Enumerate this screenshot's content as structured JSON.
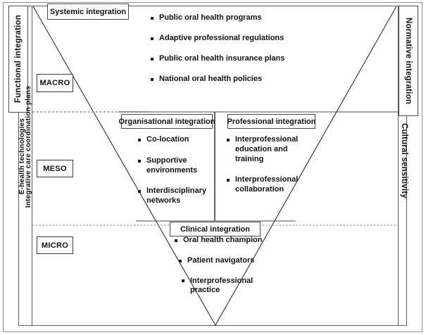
{
  "figure": {
    "title": "Inverted triangle model of oral health integration levels",
    "colors": {
      "outline": "#5d5d5d",
      "text": "#111111",
      "bullet": "#1a1a1a",
      "dotted": "#999999",
      "background": "#ffffff"
    }
  },
  "side_labels": {
    "left_boxed": "Functional integration",
    "left_line_1": "E-health technologies",
    "left_line_2": "Integrative care coordination plans",
    "right_boxed": "Normative integration",
    "right_plain": "Cultural sensitivity"
  },
  "levels": [
    {
      "name": "MACRO",
      "label": "MACRO"
    },
    {
      "name": "MESO",
      "label": "MESO"
    },
    {
      "name": "MICRO",
      "label": "MICRO"
    }
  ],
  "sections": {
    "systemic": {
      "title": "Systemic integration",
      "level": "MACRO",
      "bullets": [
        "Public oral health programs",
        "Adaptive professional regulations",
        "Public oral health insurance plans",
        "National oral health policies"
      ]
    },
    "organisational": {
      "title": "Organisational integration",
      "level": "MESO",
      "bullets": [
        "Co-location",
        "Supportive environments",
        "Interdisciplinary networks"
      ]
    },
    "professional": {
      "title": "Professional integration",
      "level": "MESO",
      "bullets": [
        "Interprofessional education and training",
        "Interprofessional collaboration"
      ]
    },
    "clinical": {
      "title": "Clinical integration",
      "level": "MICRO",
      "bullets": [
        "Oral health champion",
        "Patient navigators",
        "Interprofessional practice"
      ]
    }
  }
}
